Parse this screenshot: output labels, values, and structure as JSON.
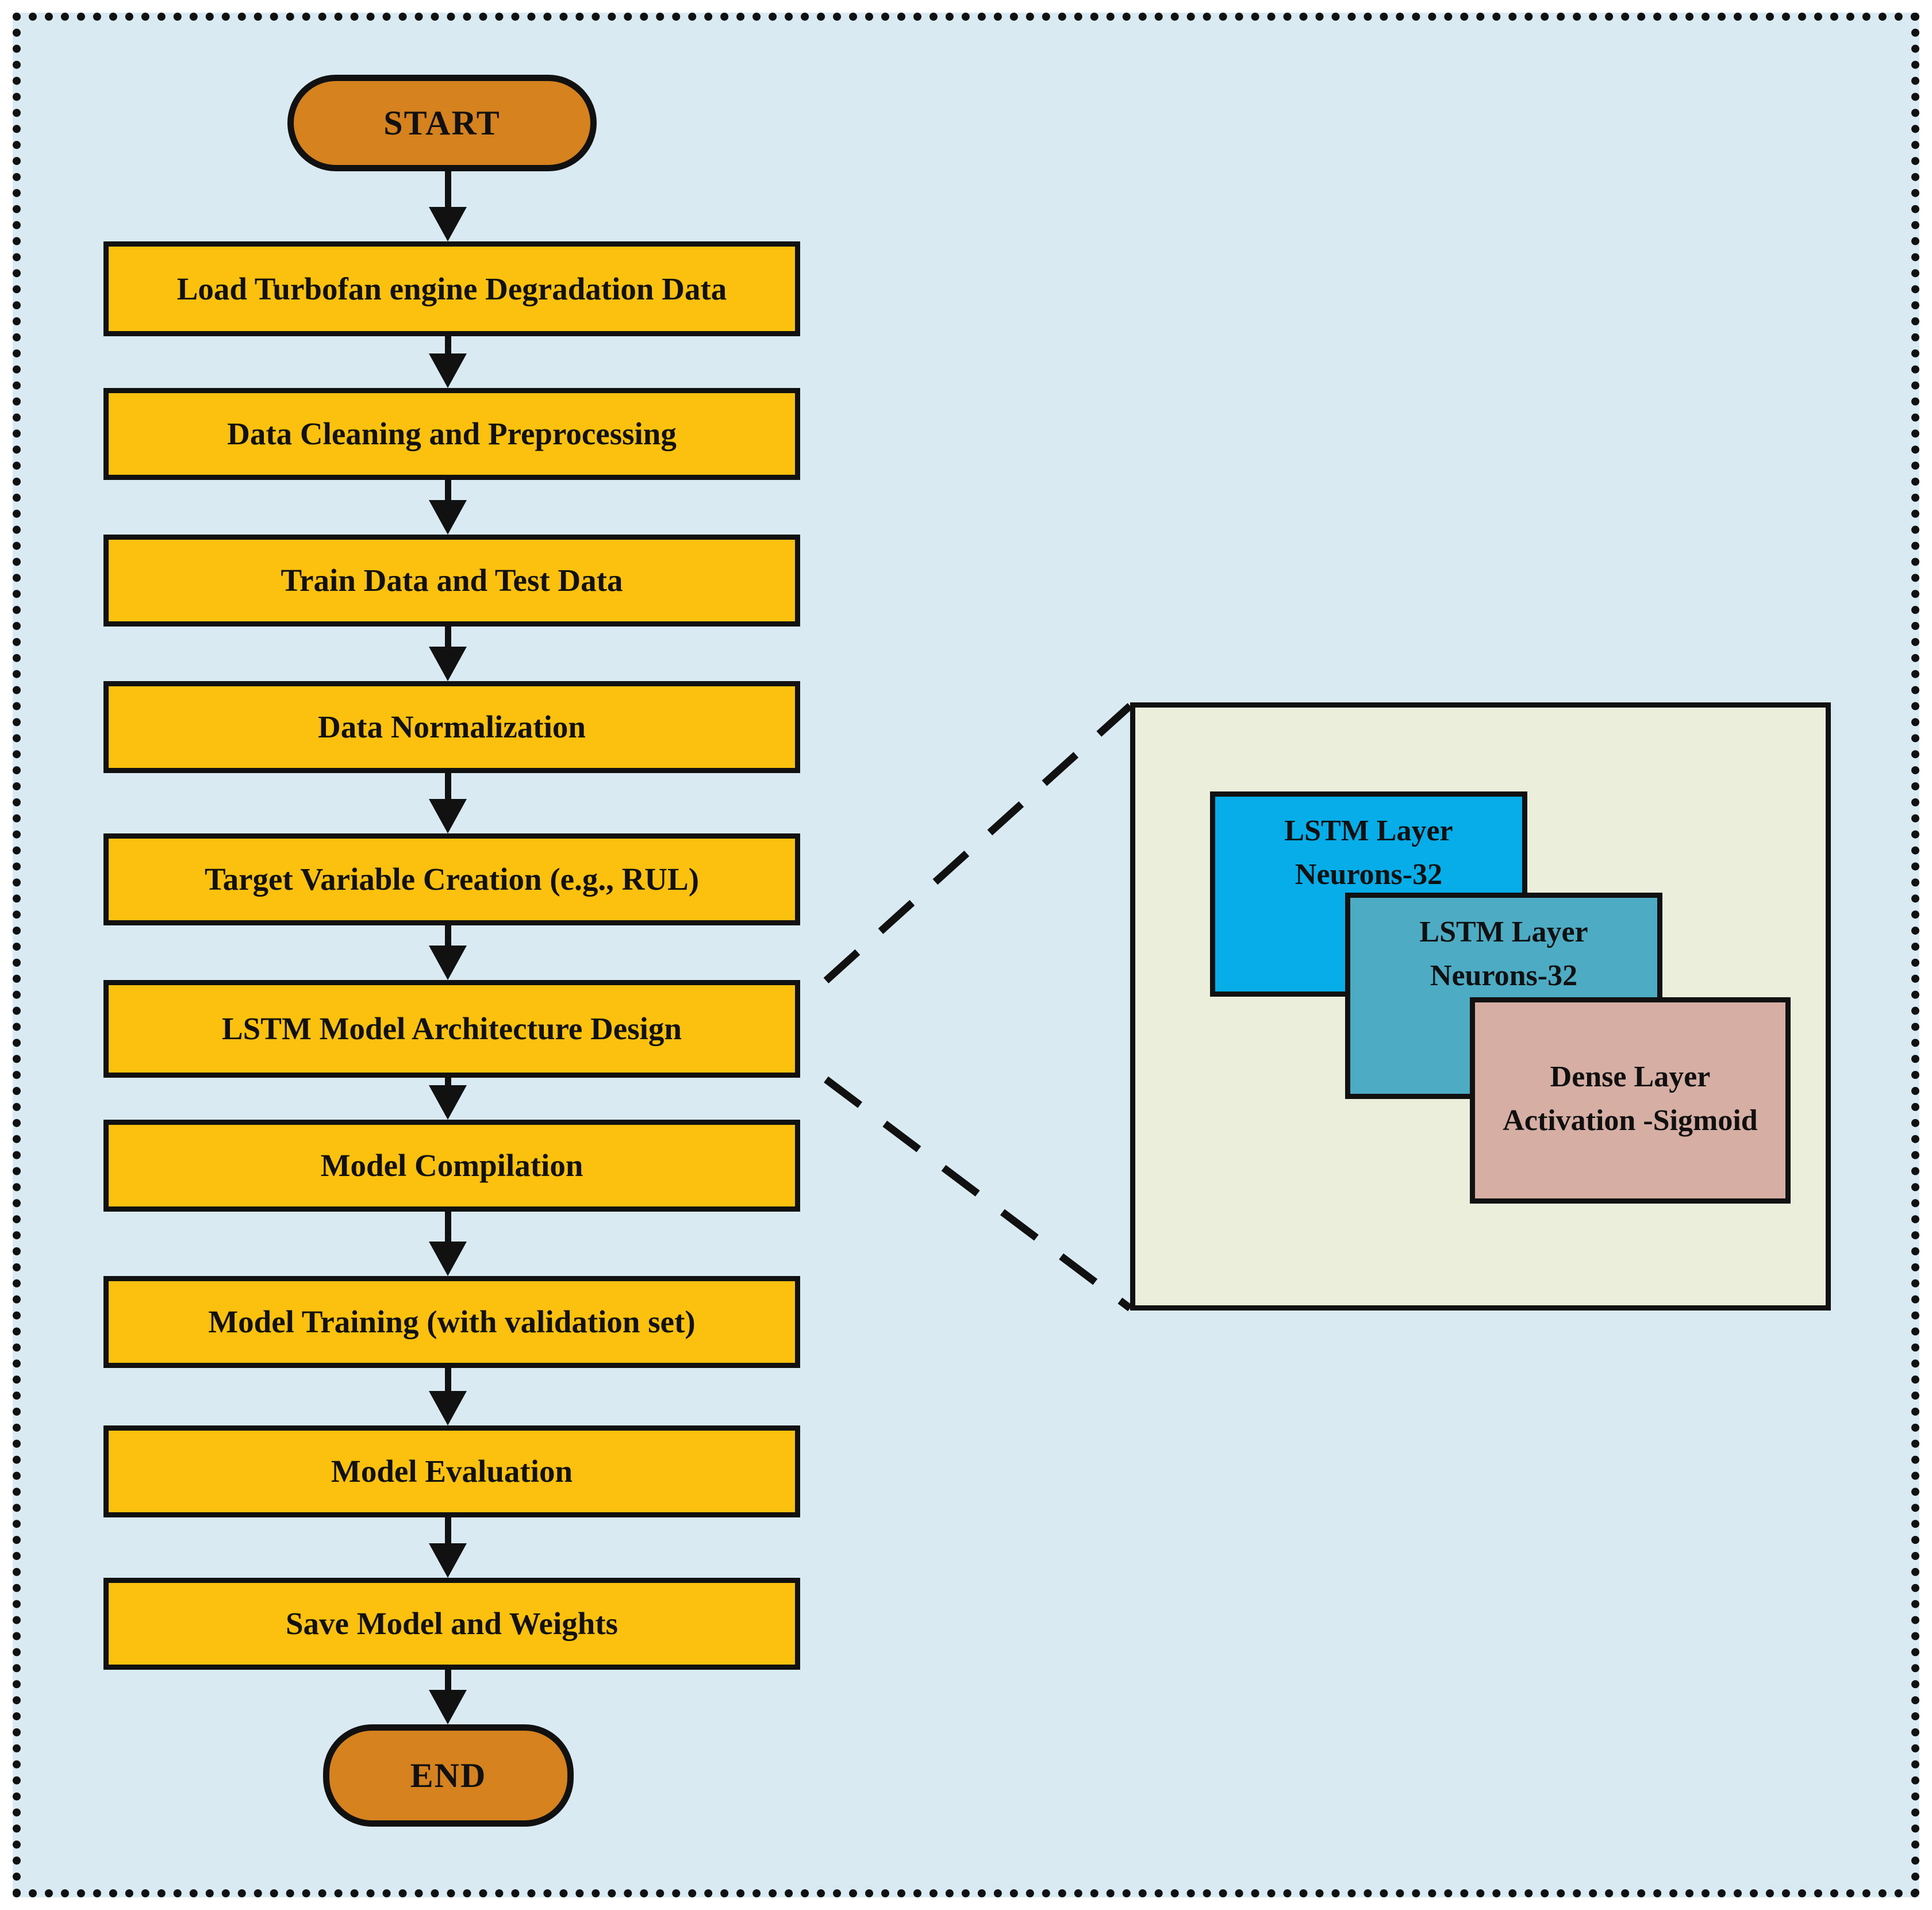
{
  "flow": {
    "start_label": "START",
    "end_label": "END",
    "steps": [
      {
        "label": "Load Turbofan engine Degradation Data"
      },
      {
        "label": "Data Cleaning and Preprocessing"
      },
      {
        "label": "Train Data and Test Data"
      },
      {
        "label": "Data Normalization"
      },
      {
        "label": "Target Variable Creation (e.g., RUL)"
      },
      {
        "label": "LSTM Model Architecture  Design"
      },
      {
        "label": "Model Compilation"
      },
      {
        "label": "Model Training (with validation set)"
      },
      {
        "label": "Model Evaluation"
      },
      {
        "label": "Save Model and Weights"
      }
    ]
  },
  "detail_panel": {
    "layers": [
      {
        "line1": "LSTM Layer",
        "line2": "Neurons-32",
        "color": "#06ade9"
      },
      {
        "line1": "LSTM Layer",
        "line2": "Neurons-32",
        "color": "#4dabc4"
      },
      {
        "line1": "Dense Layer",
        "line2": "Activation -Sigmoid",
        "color": "#d6aea4"
      }
    ]
  },
  "colors": {
    "background": "#d9eaf3",
    "process_box": "#fcc10e",
    "terminal": "#d5821f",
    "panel_background": "#eaeedb",
    "outline": "#111111"
  }
}
